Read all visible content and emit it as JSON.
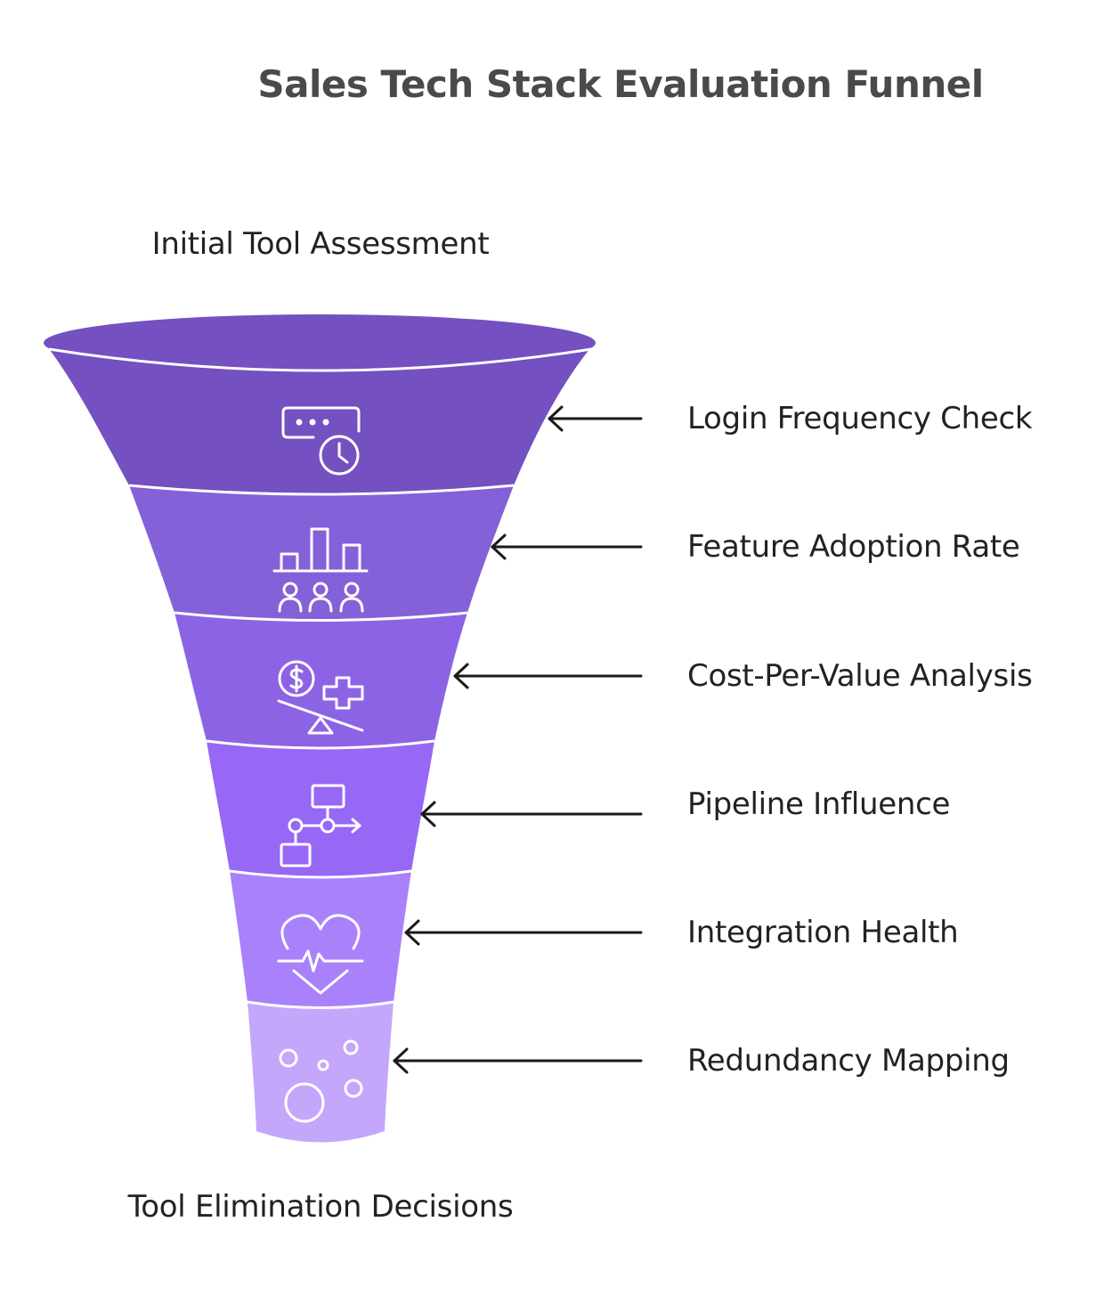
{
  "title": "Sales Tech Stack Evaluation Funnel",
  "top_label": "Initial Tool Assessment",
  "bottom_label": "Tool Elimination Decisions",
  "stages": [
    {
      "label": "Login Frequency Check",
      "icon": "login-clock-icon",
      "color": "#7450c0"
    },
    {
      "label": "Feature Adoption Rate",
      "icon": "bar-chart-users-icon",
      "color": "#8461d8"
    },
    {
      "label": "Cost-Per-Value Analysis",
      "icon": "cost-balance-icon",
      "color": "#8d63e6"
    },
    {
      "label": "Pipeline Influence",
      "icon": "workflow-icon",
      "color": "#9767f5"
    },
    {
      "label": "Integration Health",
      "icon": "heart-pulse-icon",
      "color": "#a981fb"
    },
    {
      "label": "Redundancy Mapping",
      "icon": "bubbles-icon",
      "color": "#c4a7fb"
    }
  ]
}
